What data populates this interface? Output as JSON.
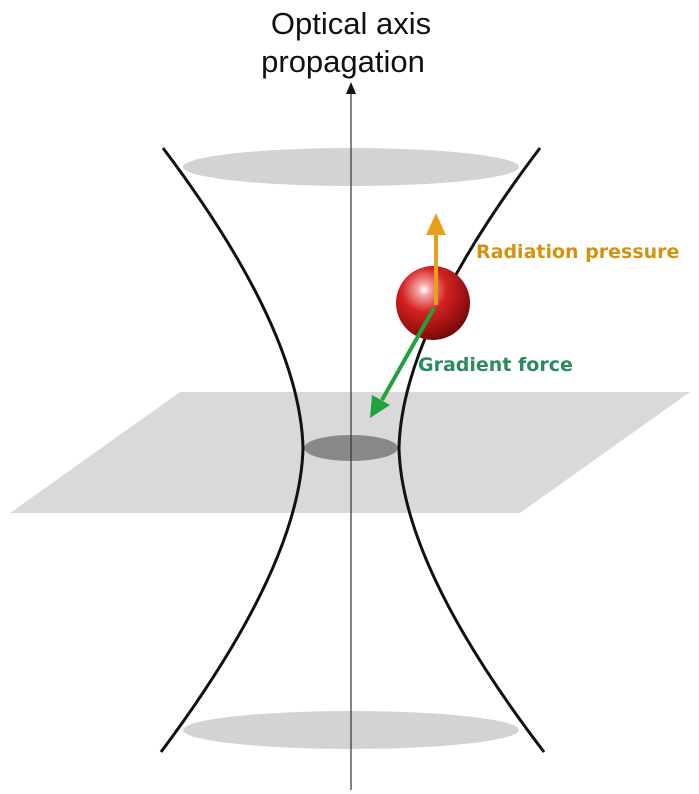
{
  "title_line1": "Optical axis",
  "title_line2": "propagation",
  "labels": {
    "radiation_pressure": "Radiation pressure",
    "gradient_force": "Gradient force"
  },
  "colors": {
    "radiation_pressure": "#d4920f",
    "gradient_force": "#2b8a5e",
    "radiation_arrow": "#e8a01a",
    "gradient_arrow": "#1fa33a",
    "particle": "#cc1a1a",
    "beam_edge": "#111111",
    "plane": "#d9d9d9",
    "ellipse": "#d3d3d3",
    "waist": "#888888"
  }
}
